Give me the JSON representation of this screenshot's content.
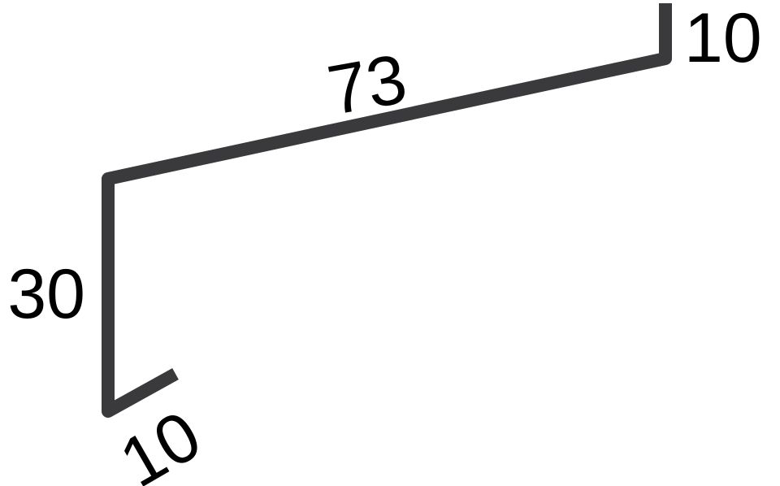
{
  "diagram": {
    "labels": {
      "top_flange": "10",
      "slope_length": "73",
      "vertical_leg": "30",
      "bottom_flange": "10"
    },
    "profile_color": "#3a3a3c",
    "label_color": "#000000"
  }
}
